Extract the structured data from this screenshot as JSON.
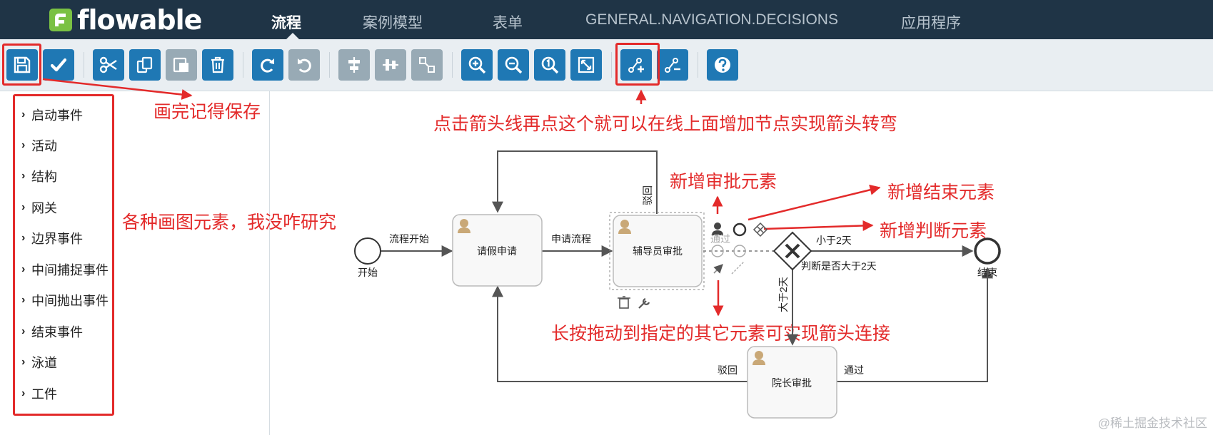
{
  "app": {
    "logo_text": "flowable"
  },
  "nav": {
    "items": [
      "流程",
      "案例模型",
      "表单",
      "GENERAL.NAVIGATION.DECISIONS",
      "应用程序"
    ]
  },
  "toolbar": {
    "buttons": [
      {
        "icon": "save-icon",
        "style": "primary"
      },
      {
        "icon": "check-icon",
        "style": "primary"
      },
      {
        "icon": "cut-icon",
        "style": "primary"
      },
      {
        "icon": "copy-icon",
        "style": "primary"
      },
      {
        "icon": "paste-icon",
        "style": "disabled"
      },
      {
        "icon": "trash-icon",
        "style": "primary"
      },
      {
        "icon": "redo-icon",
        "style": "primary"
      },
      {
        "icon": "undo-icon",
        "style": "disabled"
      },
      {
        "icon": "align-horizontal-icon",
        "style": "disabled"
      },
      {
        "icon": "align-vertical-icon",
        "style": "disabled"
      },
      {
        "icon": "same-size-icon",
        "style": "disabled"
      },
      {
        "icon": "zoom-in-icon",
        "style": "primary"
      },
      {
        "icon": "zoom-out-icon",
        "style": "primary"
      },
      {
        "icon": "zoom-actual-icon",
        "style": "primary"
      },
      {
        "icon": "zoom-fit-icon",
        "style": "primary"
      },
      {
        "icon": "add-bendpoint-icon",
        "style": "primary"
      },
      {
        "icon": "remove-bendpoint-icon",
        "style": "primary"
      },
      {
        "icon": "help-icon",
        "style": "primary"
      }
    ]
  },
  "palette": {
    "items": [
      "启动事件",
      "活动",
      "结构",
      "网关",
      "边界事件",
      "中间捕捉事件",
      "中间抛出事件",
      "结束事件",
      "泳道",
      "工件"
    ]
  },
  "diagram": {
    "start_label": "开始",
    "end_label": "结束",
    "tasks": {
      "apply": "请假申请",
      "counselor": "辅导员审批",
      "dean": "院长审批"
    },
    "edges": {
      "flow_start": "流程开始",
      "apply_flow": "申请流程",
      "reject_top": "驳回",
      "pass_faded": "通过",
      "less_2_days": "小于2天",
      "is_more_2_days": "判断是否大于2天",
      "more_2_days": "大于2天",
      "reject_bottom": "驳回",
      "pass_bottom": "通过"
    }
  },
  "annotations": {
    "save_reminder": "画完记得保存",
    "bendpoint_hint": "点击箭头线再点这个就可以在线上面增加节点实现箭头转弯",
    "palette_hint": "各种画图元素，我没咋研究",
    "new_approval": "新增审批元素",
    "new_end": "新增结束元素",
    "new_gateway": "新增判断元素",
    "drag_hint": "长按拖动到指定的其它元素可实现箭头连接"
  },
  "watermark": "@稀土掘金技术社区",
  "colors": {
    "nav_bg": "#1f3446",
    "toolbar_bg": "#e9eef2",
    "button_primary": "#1f78b4",
    "button_disabled": "#98aab5",
    "annotation_red": "#e32a2a"
  }
}
